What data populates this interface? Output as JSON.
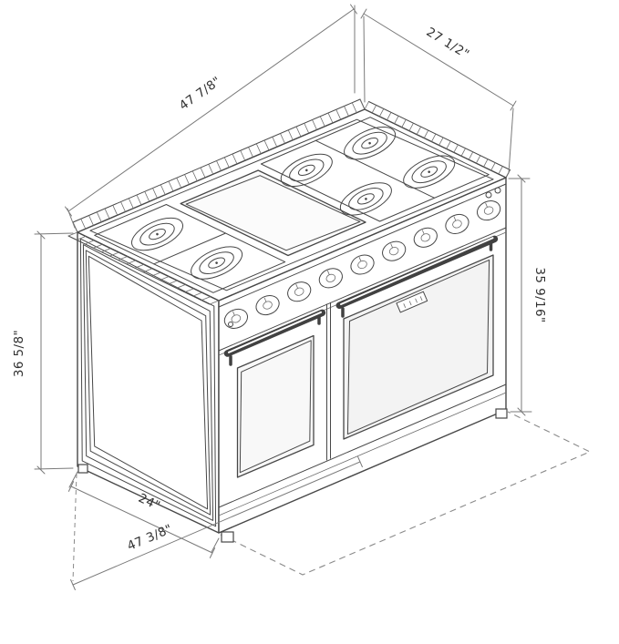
{
  "figure": {
    "alt": "Isometric line drawing of a 48 inch dual-oven six-burner gas range with center griddle, annotated with overall dimensions",
    "subject": "Gas range dimension diagram"
  },
  "dimensions": {
    "top_width": "47 7/8\"",
    "top_depth": "27 1/2\"",
    "height_right": "35 9/16\"",
    "height_left": "36 5/8\"",
    "base_depth": "24\"",
    "base_width": "47 3/8\""
  },
  "colors": {
    "line": "#474747",
    "dimension_line": "#7a7a7a",
    "text": "#303030",
    "background": "#ffffff"
  }
}
